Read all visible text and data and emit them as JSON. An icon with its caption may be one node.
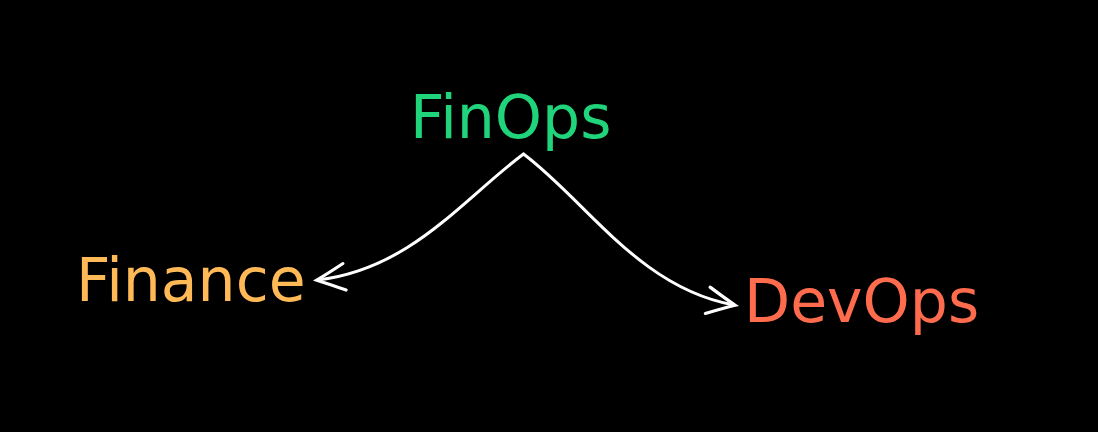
{
  "diagram": {
    "nodes": [
      {
        "text": [
          "FinOps"
        ]
      },
      {
        "text": [
          "Finance"
        ]
      },
      {
        "text": [
          "DevOps"
        ]
      }
    ],
    "edges": [
      {
        "from": 0,
        "to": 1,
        "arrow": "to"
      },
      {
        "from": 0,
        "to": 2,
        "arrow": "to"
      }
    ]
  }
}
